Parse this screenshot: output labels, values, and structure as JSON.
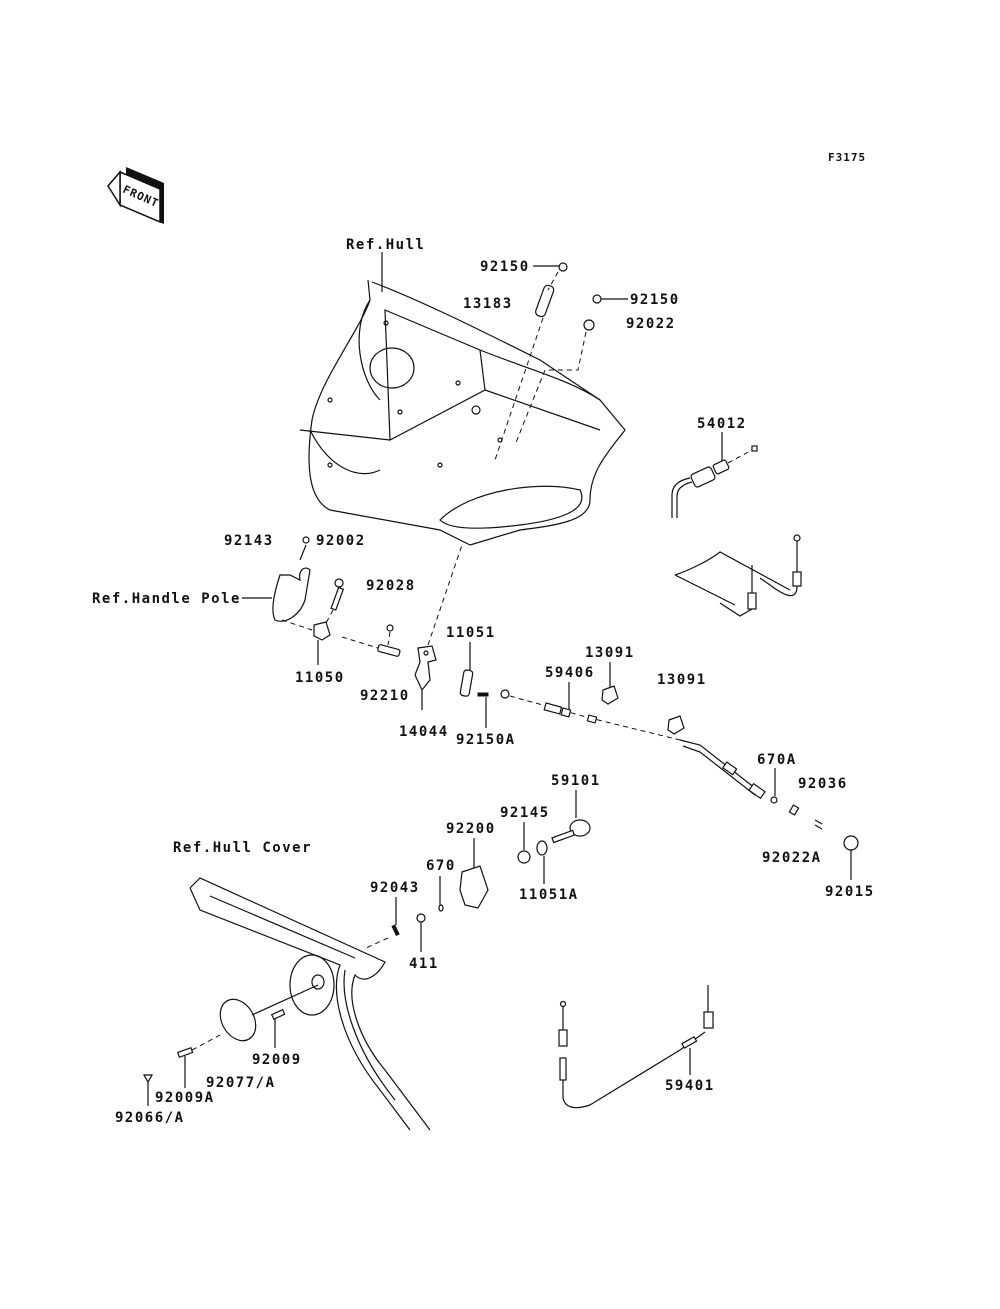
{
  "figure_code": "F3175",
  "front_indicator": "FRONT",
  "references": {
    "hull": "Ref.Hull",
    "handle_pole": "Ref.Handle Pole",
    "hull_cover": "Ref.Hull Cover"
  },
  "parts": [
    {
      "id": "p92150_top",
      "label": "92150"
    },
    {
      "id": "p13183",
      "label": "13183"
    },
    {
      "id": "p92150_right",
      "label": "92150"
    },
    {
      "id": "p92022",
      "label": "92022"
    },
    {
      "id": "p54012",
      "label": "54012"
    },
    {
      "id": "p92143",
      "label": "92143"
    },
    {
      "id": "p92002",
      "label": "92002"
    },
    {
      "id": "p92028",
      "label": "92028"
    },
    {
      "id": "p11050",
      "label": "11050"
    },
    {
      "id": "p92210",
      "label": "92210"
    },
    {
      "id": "p14044",
      "label": "14044"
    },
    {
      "id": "p11051",
      "label": "11051"
    },
    {
      "id": "p92150A",
      "label": "92150A"
    },
    {
      "id": "p59406",
      "label": "59406"
    },
    {
      "id": "p13091_a",
      "label": "13091"
    },
    {
      "id": "p13091_b",
      "label": "13091"
    },
    {
      "id": "p670A",
      "label": "670A"
    },
    {
      "id": "p92036",
      "label": "92036"
    },
    {
      "id": "p92022A",
      "label": "92022A"
    },
    {
      "id": "p92015",
      "label": "92015"
    },
    {
      "id": "p59101",
      "label": "59101"
    },
    {
      "id": "p92145",
      "label": "92145"
    },
    {
      "id": "p11051A",
      "label": "11051A"
    },
    {
      "id": "p92200",
      "label": "92200"
    },
    {
      "id": "p670",
      "label": "670"
    },
    {
      "id": "p92043",
      "label": "92043"
    },
    {
      "id": "p411",
      "label": "411"
    },
    {
      "id": "p92009",
      "label": "92009"
    },
    {
      "id": "p92077A",
      "label": "92077/A"
    },
    {
      "id": "p92009A",
      "label": "92009A"
    },
    {
      "id": "p92066A",
      "label": "92066/A"
    },
    {
      "id": "p59401",
      "label": "59401"
    }
  ]
}
